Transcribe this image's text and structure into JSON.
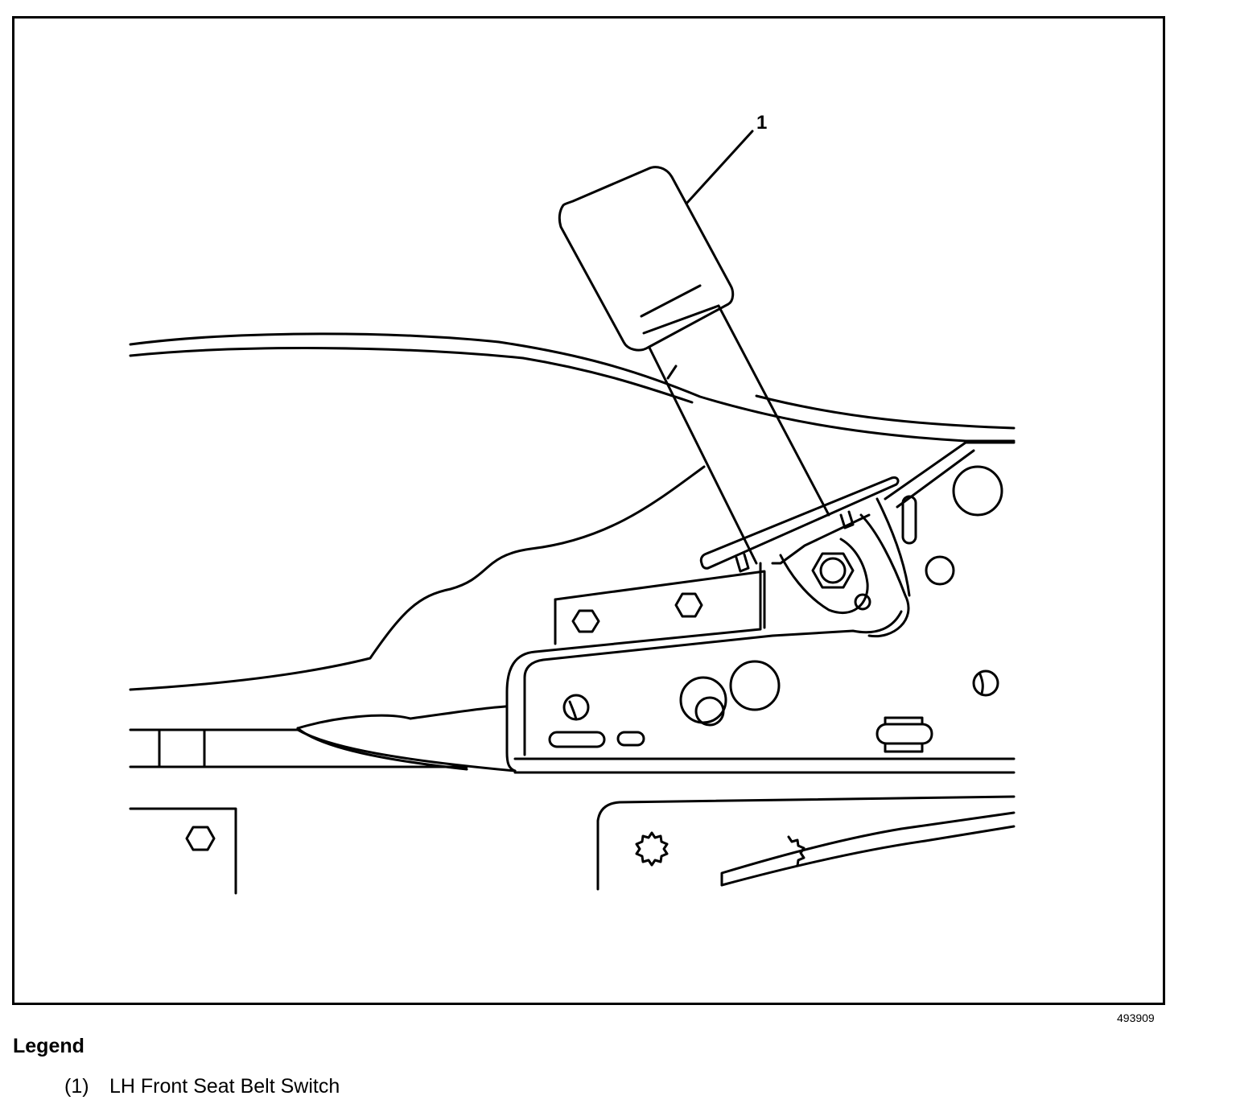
{
  "figure": {
    "callout_label": "1",
    "figure_id": "493909"
  },
  "legend": {
    "title": "Legend",
    "items": [
      {
        "number": "(1)",
        "label": "LH Front Seat Belt Switch"
      }
    ]
  },
  "colors": {
    "line": "#000000",
    "background": "#ffffff"
  }
}
